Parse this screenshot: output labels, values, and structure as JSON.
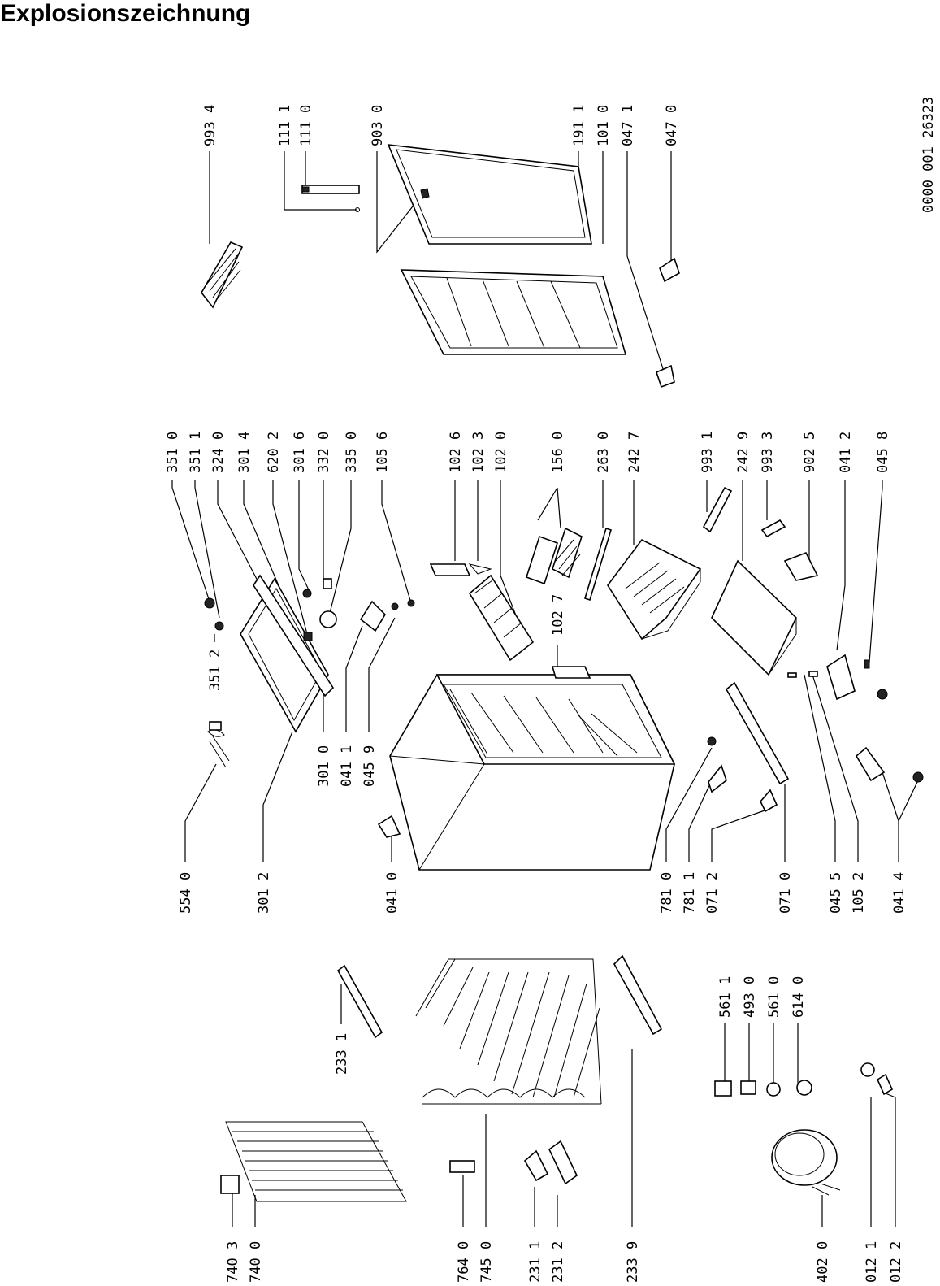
{
  "title": "Explosionszeichnung",
  "drawing_number": "0000 001 26323",
  "labels": {
    "l_993_4": "993 4",
    "l_111_1": "111 1",
    "l_111_0": "111 0",
    "l_903_0": "903 0",
    "l_191_1": "191 1",
    "l_101_0": "101 0",
    "l_047_1": "047 1",
    "l_047_0": "047 0",
    "l_351_0": "351 0",
    "l_351_1": "351 1",
    "l_324_0": "324 0",
    "l_301_4": "301 4",
    "l_620_2": "620 2",
    "l_301_6": "301 6",
    "l_332_0": "332 0",
    "l_335_0": "335 0",
    "l_105_6": "105 6",
    "l_102_6": "102 6",
    "l_102_3": "102 3",
    "l_102_0": "102 0",
    "l_156_0": "156 0",
    "l_263_0": "263 0",
    "l_242_7": "242 7",
    "l_993_1": "993 1",
    "l_242_9": "242 9",
    "l_993_3": "993 3",
    "l_902_5": "902 5",
    "l_041_2": "041 2",
    "l_045_8": "045 8",
    "l_351_2": "351 2",
    "l_102_7": "102 7",
    "l_554_0": "554 0",
    "l_301_2": "301 2",
    "l_301_0": "301 0",
    "l_041_1": "041 1",
    "l_045_9": "045 9",
    "l_041_0": "041 0",
    "l_781_0": "781 0",
    "l_781_1": "781 1",
    "l_071_2": "071 2",
    "l_071_0": "071 0",
    "l_045_5": "045 5",
    "l_105_2": "105 2",
    "l_041_4": "041 4",
    "l_233_1": "233 1",
    "l_561_1": "561 1",
    "l_493_0": "493 0",
    "l_561_0": "561 0",
    "l_614_0": "614 0",
    "l_740_3": "740 3",
    "l_740_0": "740 0",
    "l_764_0": "764 0",
    "l_745_0": "745 0",
    "l_231_1": "231 1",
    "l_231_2": "231 2",
    "l_233_9": "233 9",
    "l_402_0": "402 0",
    "l_012_1": "012 1",
    "l_012_2": "012 2"
  }
}
